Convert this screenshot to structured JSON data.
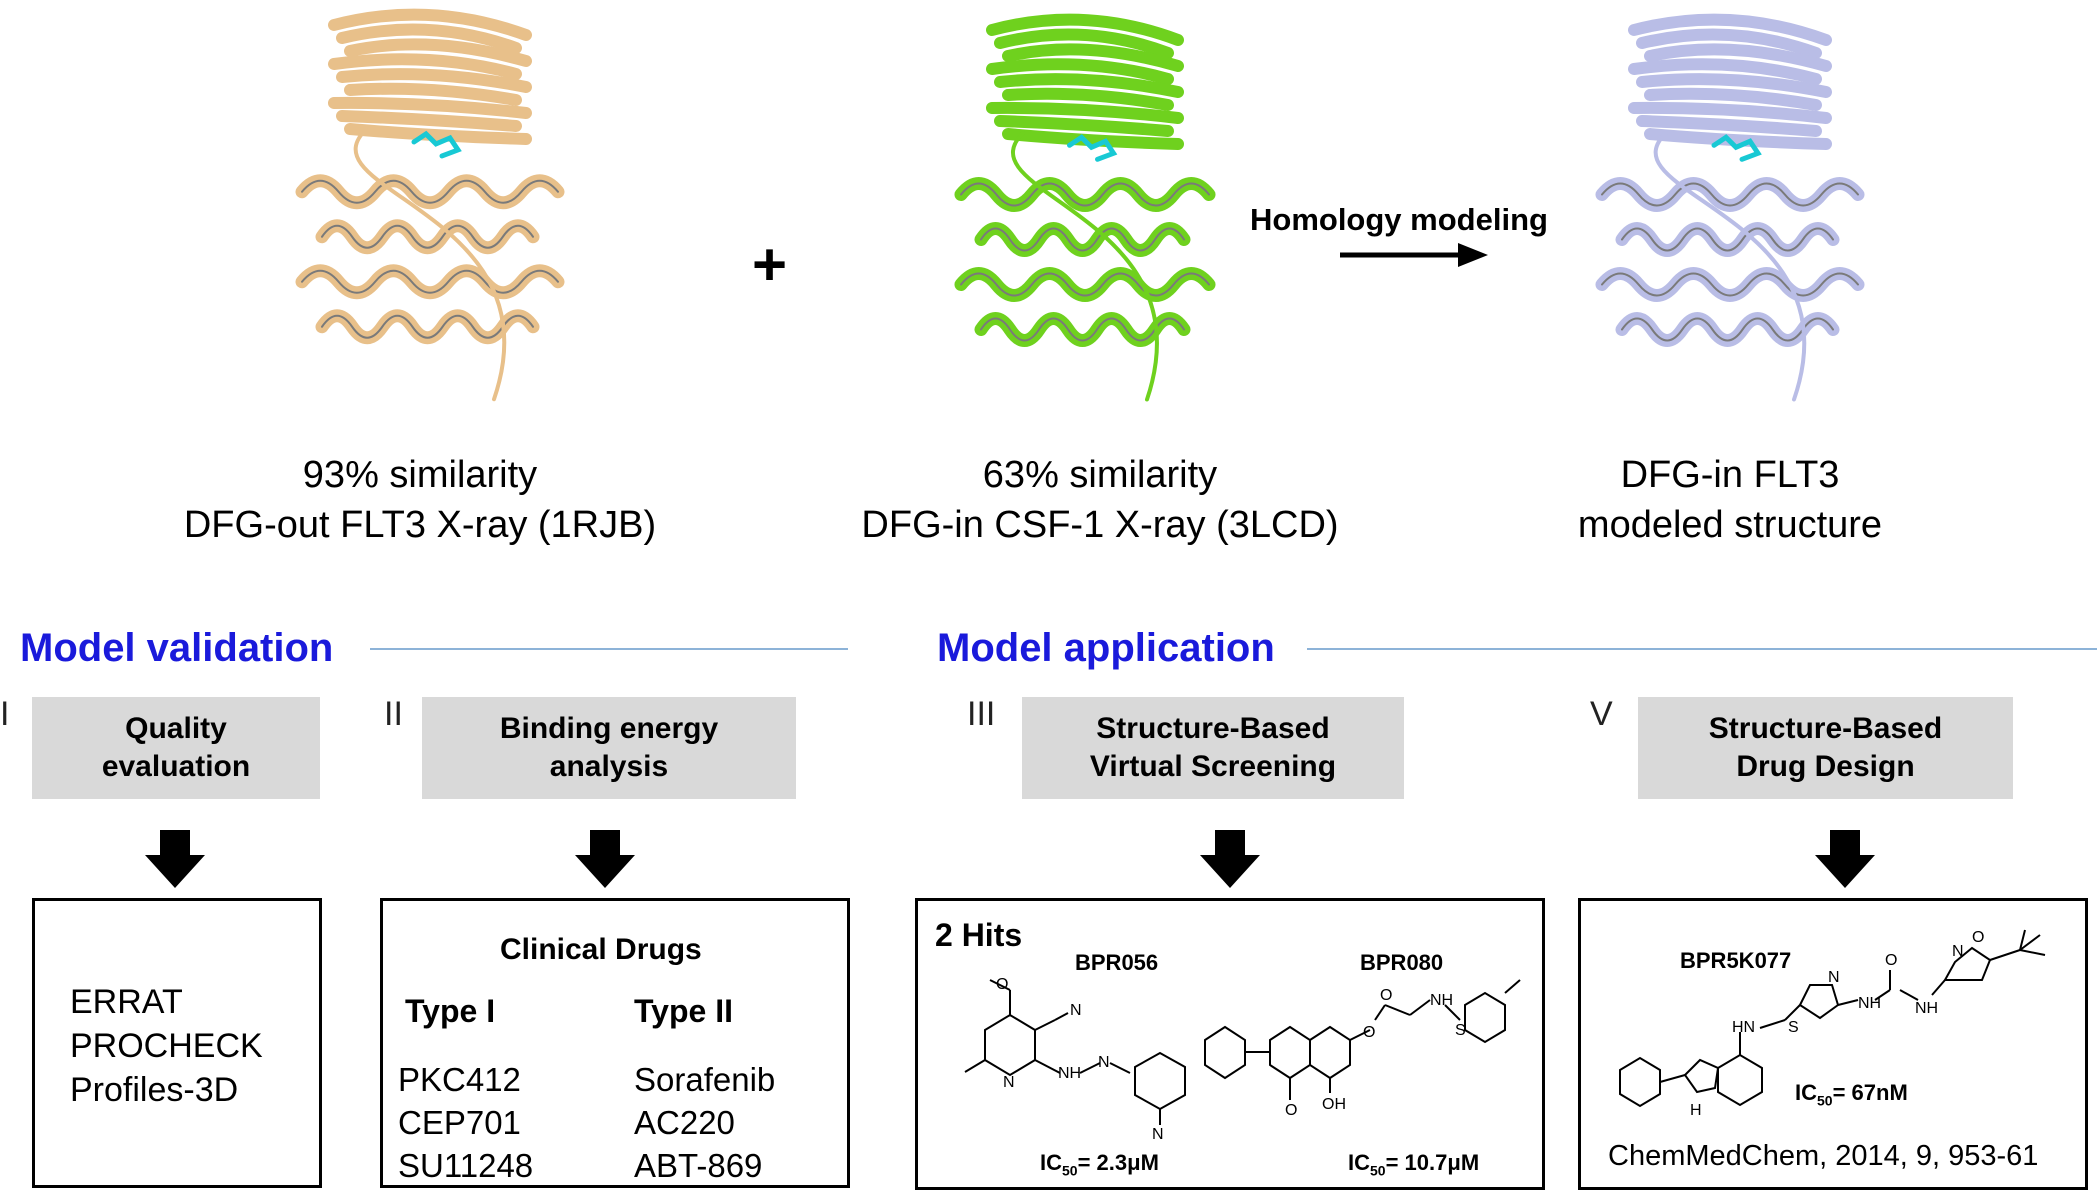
{
  "top_row": {
    "structures": [
      {
        "line1": "93% similarity",
        "line2": "DFG-out FLT3 X-ray (1RJB)",
        "color": "#e8c08a"
      },
      {
        "line1": "63% similarity",
        "line2": "DFG-in CSF-1 X-ray (3LCD)",
        "color": "#6fd11e"
      },
      {
        "line1": "DFG-in FLT3",
        "line2": "modeled structure",
        "color": "#b9bde6"
      }
    ],
    "plus_symbol": "+",
    "homology_label": "Homology modeling"
  },
  "sections": {
    "validation_title": "Model validation",
    "application_title": "Model application"
  },
  "steps": [
    {
      "roman": "I",
      "line1": "Quality",
      "line2": "evaluation"
    },
    {
      "roman": "II",
      "line1": "Binding energy",
      "line2": "analysis"
    },
    {
      "roman": "III",
      "line1": "Structure-Based",
      "line2": "Virtual Screening"
    },
    {
      "roman": "V",
      "line1": "Structure-Based",
      "line2": "Drug Design"
    }
  ],
  "results": {
    "quality_tools": [
      "ERRAT",
      "PROCHECK",
      "Profiles-3D"
    ],
    "clinical_drugs": {
      "title": "Clinical Drugs",
      "type1_header": "Type I",
      "type2_header": "Type II",
      "type1": [
        "PKC412",
        "CEP701",
        "SU11248"
      ],
      "type2": [
        "Sorafenib",
        "AC220",
        "ABT-869"
      ]
    },
    "virtual_screening": {
      "title": "2 Hits",
      "compounds": [
        {
          "name": "BPR056",
          "ic50_value": "= 2.3μM"
        },
        {
          "name": "BPR080",
          "ic50_value": "= 10.7μM"
        }
      ]
    },
    "drug_design": {
      "compound": "BPR5K077",
      "ic50_value": "= 67nM",
      "reference": "ChemMedChem, 2014, 9, 953-61"
    }
  }
}
